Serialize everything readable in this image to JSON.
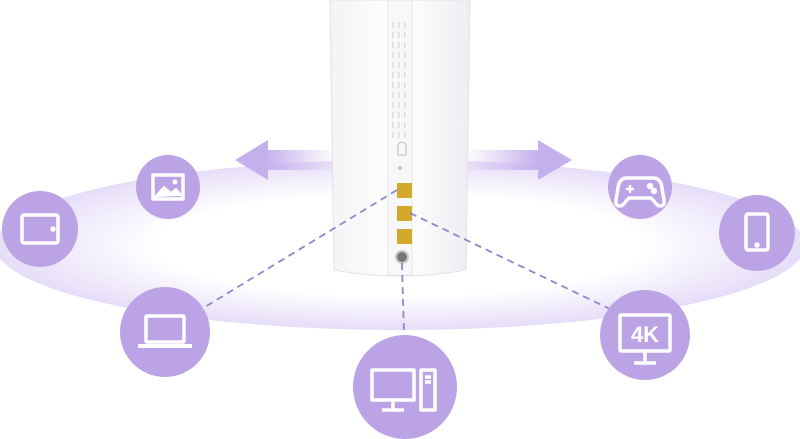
{
  "colors": {
    "device_circle": "#bba3e6",
    "ring": "#ece6f9",
    "dash": "#8f86cc",
    "port": "#d4a82a"
  },
  "devices": [
    {
      "name": "tablet-left",
      "icon": "tablet-icon"
    },
    {
      "name": "photo",
      "icon": "image-icon"
    },
    {
      "name": "laptop",
      "icon": "laptop-icon"
    },
    {
      "name": "desktop",
      "icon": "desktop-computer-icon"
    },
    {
      "name": "tv-4k",
      "icon": "monitor-4k-icon",
      "label": "4K"
    },
    {
      "name": "gamepad",
      "icon": "gamepad-icon"
    },
    {
      "name": "tablet-right",
      "icon": "tablet-icon"
    }
  ]
}
